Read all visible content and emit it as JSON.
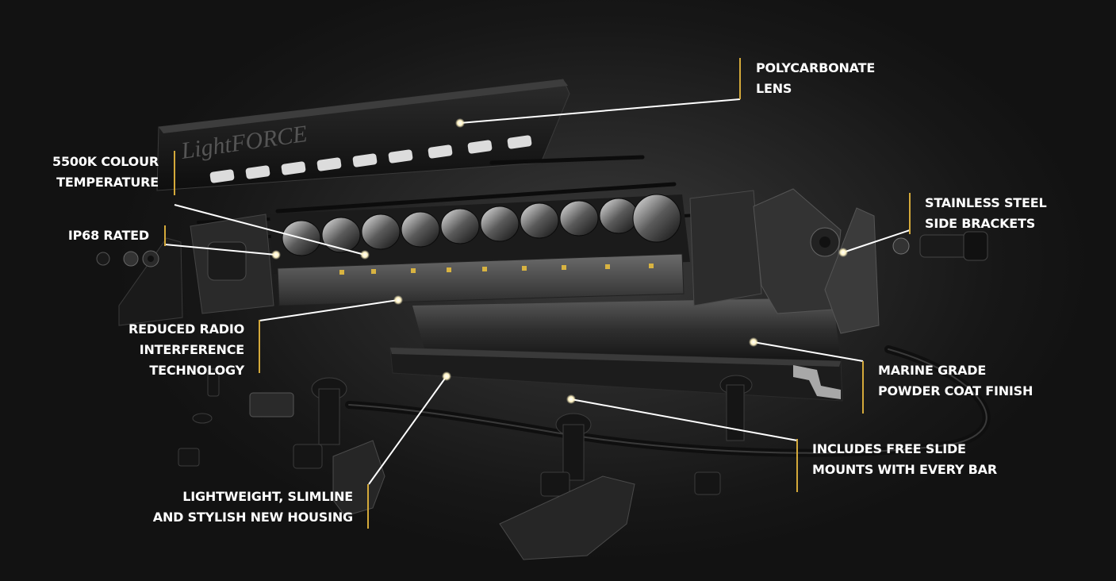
{
  "callouts": {
    "polycarbonate_lens": [
      "POLYCARBONATE",
      "LENS"
    ],
    "colour_temperature": [
      "5500K COLOUR",
      "TEMPERATURE"
    ],
    "ip68": [
      "IP68 RATED"
    ],
    "radio_interference": [
      "REDUCED RADIO",
      "INTERFERENCE",
      "TECHNOLOGY"
    ],
    "side_brackets": [
      "STAINLESS STEEL",
      "SIDE BRACKETS"
    ],
    "powder_coat": [
      "MARINE GRADE",
      "POWDER COAT FINISH"
    ],
    "slide_mounts": [
      "INCLUDES FREE SLIDE",
      "MOUNTS WITH EVERY BAR"
    ],
    "housing": [
      "LIGHTWEIGHT, SLIMLINE",
      "AND STYLISH NEW HOUSING"
    ]
  },
  "brand_logo_text": "LightFORCE",
  "colors": {
    "accent": "#d4a93a",
    "callout_dot": "#fff3c4",
    "text": "#ffffff",
    "background": "#1a1a1a"
  }
}
